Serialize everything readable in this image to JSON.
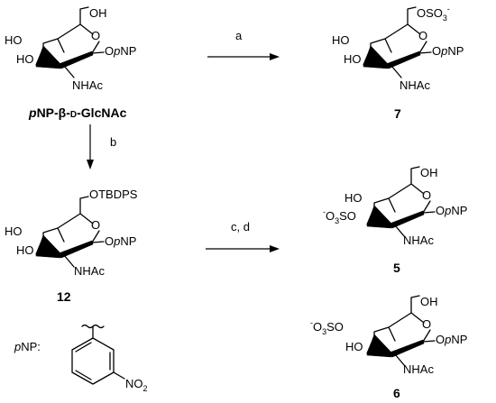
{
  "reagents": {
    "a": "a",
    "b": "b",
    "cd": "c, d"
  },
  "start": {
    "name_prefix": "p",
    "name_rest": "NP-β-",
    "name_d": "D",
    "name_suffix": "-GlcNAc",
    "oh6": "OH",
    "ho4": "HO",
    "ho3": "HO",
    "nhac": "NHAc",
    "o_aglycone": "O",
    "p_aglycone": "p",
    "np_aglycone": "NP"
  },
  "cpd7": {
    "label": "7",
    "os": "OSO",
    "sub3": "3",
    "sup": "-",
    "ho4": "HO",
    "ho3": "HO",
    "nhac": "NHAc",
    "o_aglycone": "O",
    "p_aglycone": "p",
    "np_aglycone": "NP"
  },
  "cpd12": {
    "label": "12",
    "otbdps": "OTBDPS",
    "ho4": "HO",
    "ho3": "HO",
    "nhac": "NHAc",
    "o_aglycone": "O",
    "p_aglycone": "p",
    "np_aglycone": "NP"
  },
  "cpd5": {
    "label": "5",
    "oh6": "OH",
    "ho4": "HO",
    "so3_minus": "-",
    "so3_o": "O",
    "so3_sub": "3",
    "so3_so": "SO",
    "nhac": "NHAc",
    "o_aglycone": "O",
    "p_aglycone": "p",
    "np_aglycone": "NP"
  },
  "cpd6": {
    "label": "6",
    "oh6": "OH",
    "so3_minus": "-",
    "so3_o": "O",
    "so3_sub": "3",
    "so3_so": "SO",
    "ho3": "HO",
    "nhac": "NHAc",
    "o_aglycone": "O",
    "p_aglycone": "p",
    "np_aglycone": "NP"
  },
  "pnp_legend": {
    "p": "p",
    "np": "NP:",
    "no": "NO",
    "sub2": "2"
  }
}
